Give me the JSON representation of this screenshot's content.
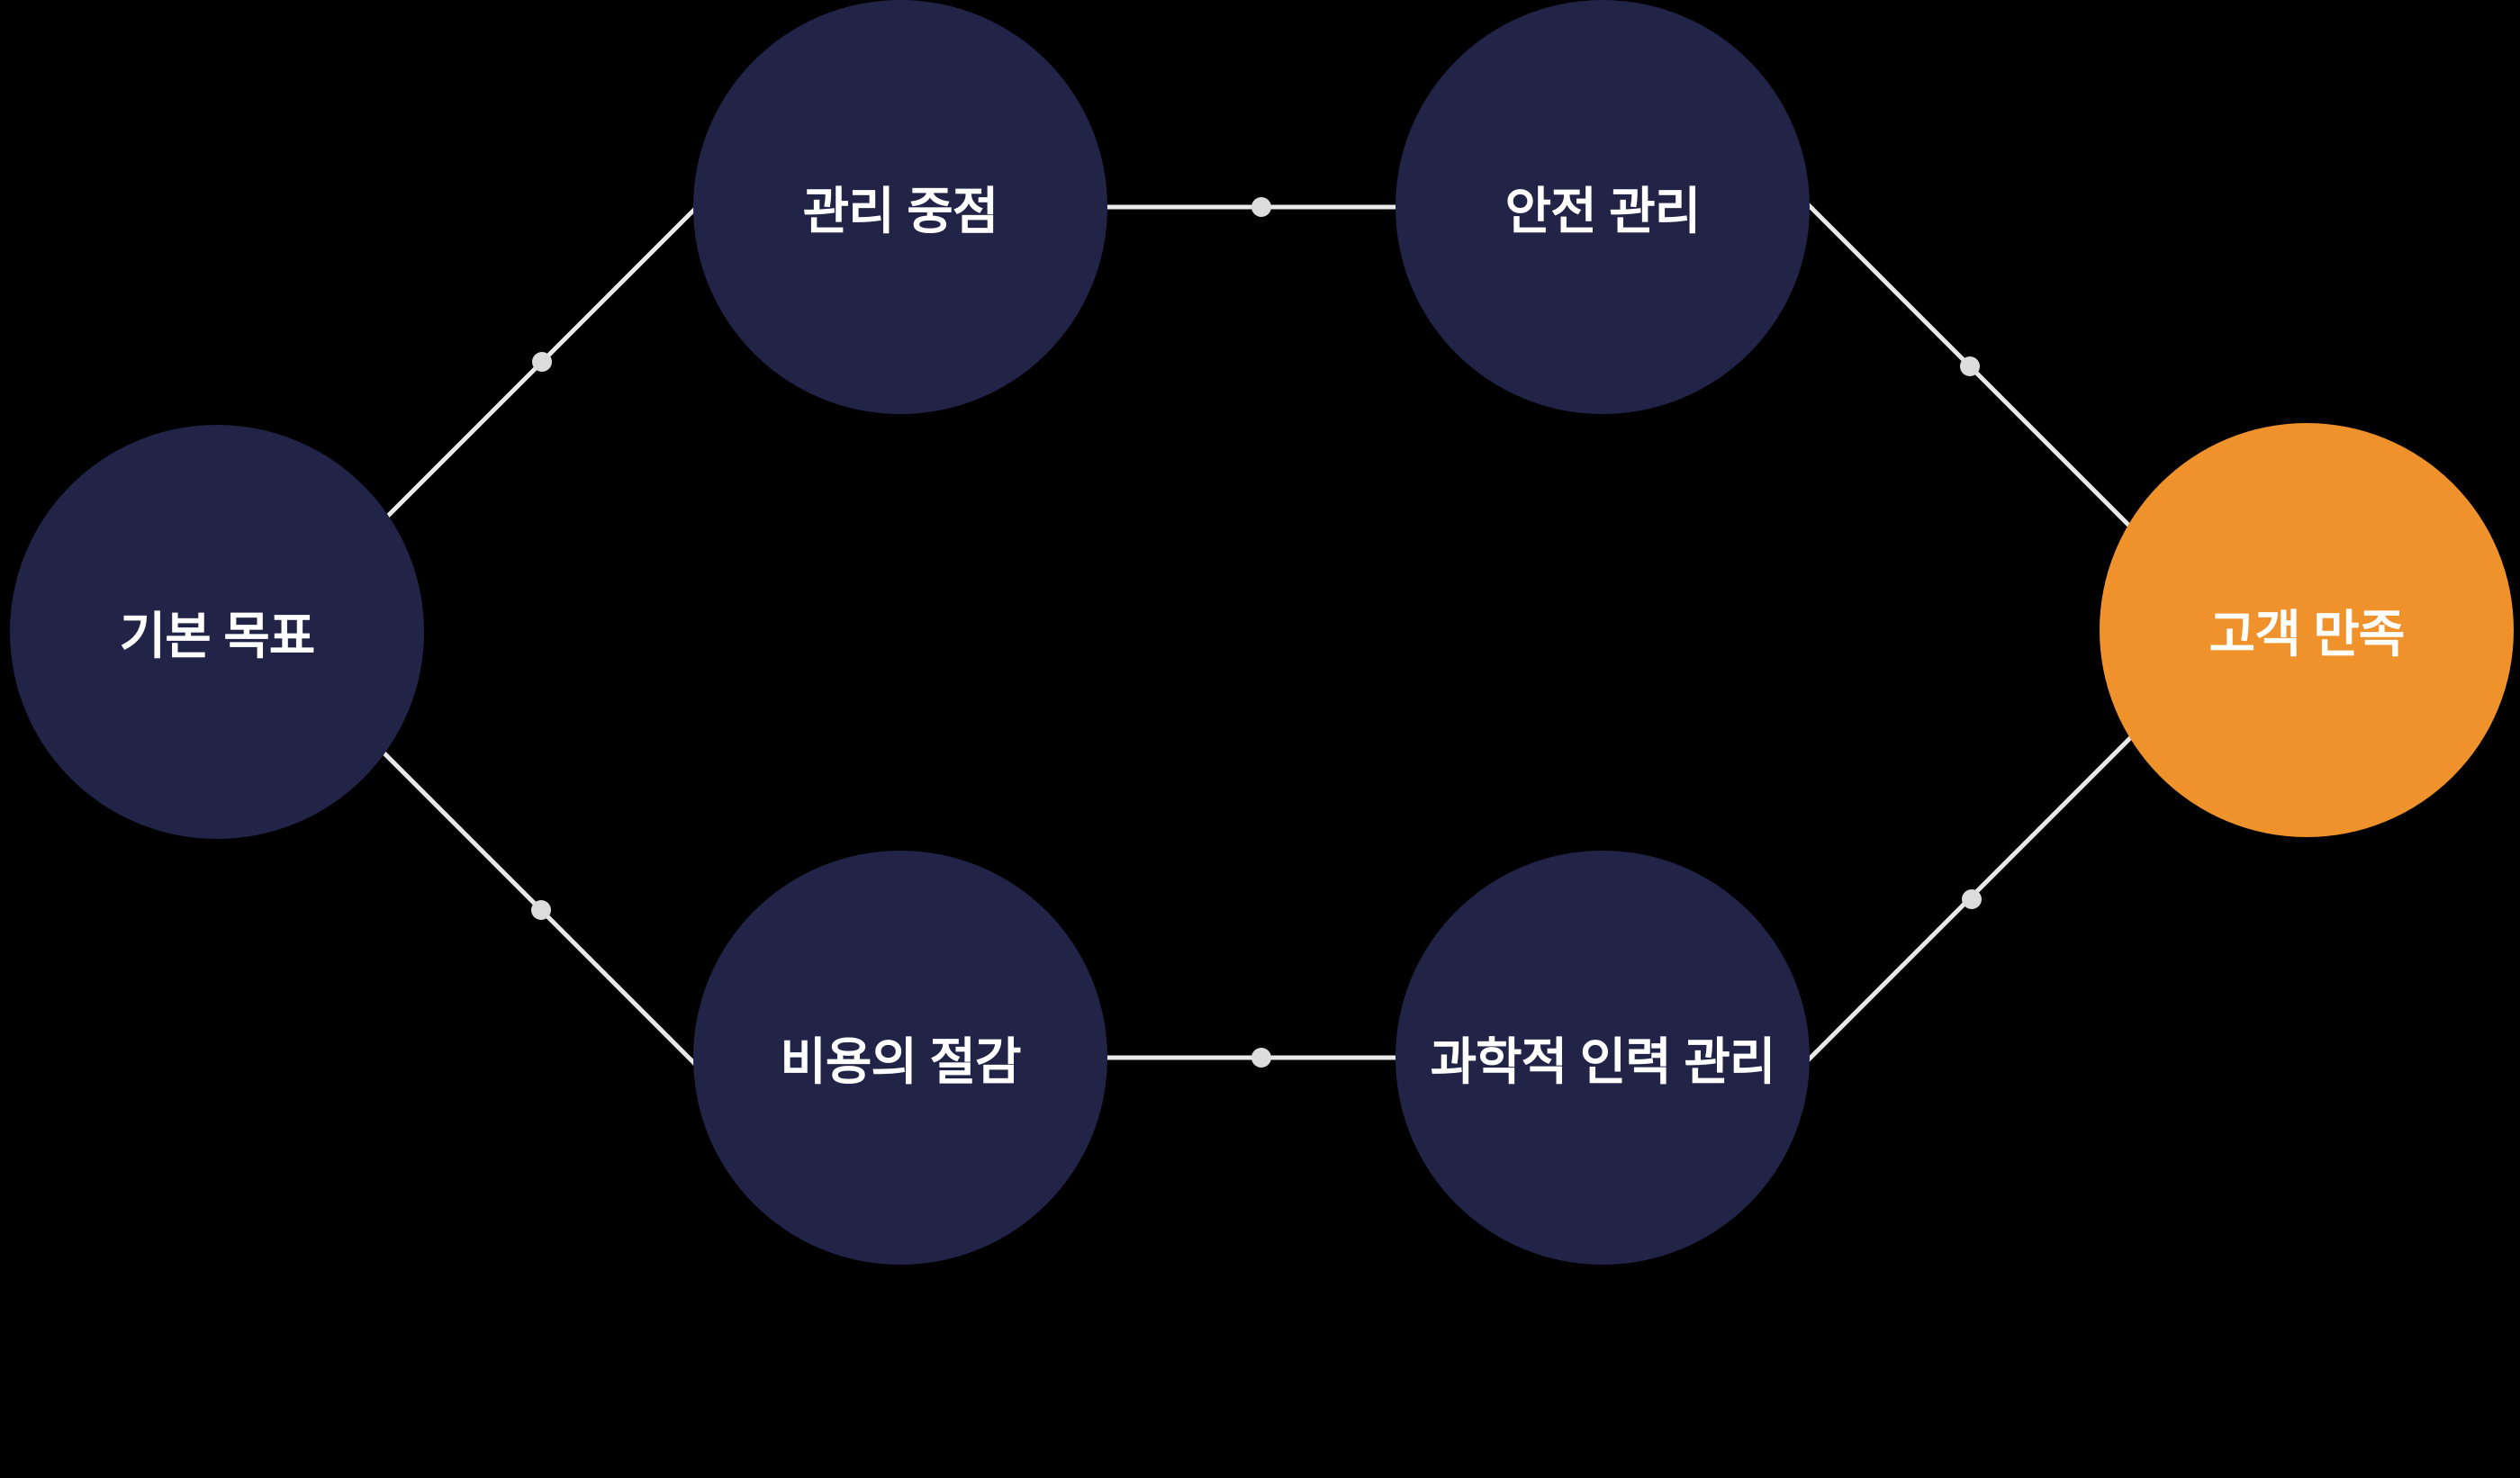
{
  "diagram": {
    "background_color": "#000000",
    "node_color_default": "#212347",
    "node_color_highlight": "#F0922B",
    "connector_color": "#E9E9E9",
    "connector_dot_color": "#DCDCDC",
    "label_text_color": "#FFFFFF",
    "nodes": [
      {
        "id": "basic-goal",
        "label": "기본 목표",
        "highlighted": false
      },
      {
        "id": "management-focus",
        "label": "관리 중점",
        "highlighted": false
      },
      {
        "id": "safety-management",
        "label": "안전 관리",
        "highlighted": false
      },
      {
        "id": "customer-satisfaction",
        "label": "고객 만족",
        "highlighted": true
      },
      {
        "id": "scientific-workforce-management",
        "label": "과학적 인력 관리",
        "highlighted": false
      },
      {
        "id": "cost-reduction",
        "label": "비용의 절감",
        "highlighted": false
      }
    ],
    "connections": [
      {
        "from": "basic-goal",
        "to": "management-focus"
      },
      {
        "from": "management-focus",
        "to": "safety-management"
      },
      {
        "from": "safety-management",
        "to": "customer-satisfaction"
      },
      {
        "from": "basic-goal",
        "to": "cost-reduction"
      },
      {
        "from": "cost-reduction",
        "to": "scientific-workforce-management"
      },
      {
        "from": "scientific-workforce-management",
        "to": "customer-satisfaction"
      }
    ]
  }
}
